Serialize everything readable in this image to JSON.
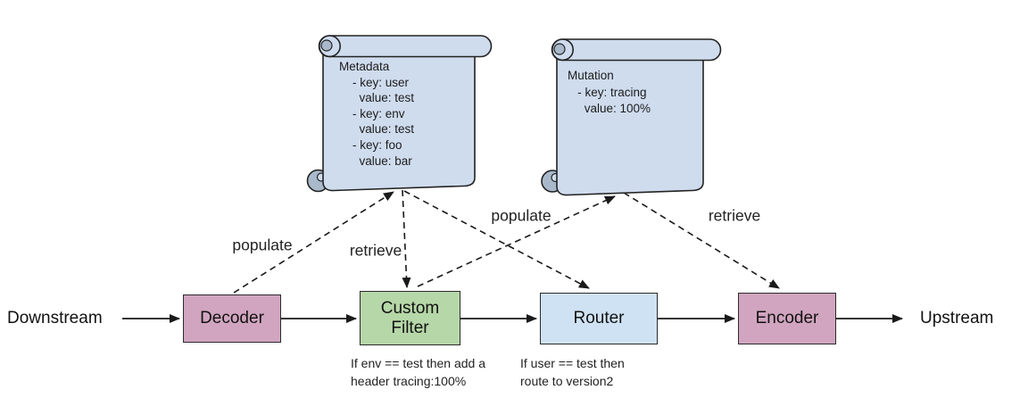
{
  "flow": {
    "left_endpoint": "Downstream",
    "right_endpoint": "Upstream",
    "nodes": [
      {
        "id": "decoder",
        "label": "Decoder",
        "fill": "#d1a5bf"
      },
      {
        "id": "custom-filter",
        "label": "Custom\nFilter",
        "fill": "#b6d7a8",
        "caption": "If env == test then add a\nheader tracing:100%"
      },
      {
        "id": "router",
        "label": "Router",
        "fill": "#cfe2f3",
        "caption": "If user == test then\nroute to version2"
      },
      {
        "id": "encoder",
        "label": "Encoder",
        "fill": "#d1a5bf"
      }
    ]
  },
  "scrolls": [
    {
      "id": "metadata",
      "fill": "#cfdcee",
      "text": "Metadata\n    - key: user\n      value: test\n    - key: env\n      value: test\n    - key: foo\n      value: bar"
    },
    {
      "id": "mutation",
      "fill": "#cfdcee",
      "text": "Mutation\n   - key: tracing\n     value: 100%"
    }
  ],
  "connections": [
    {
      "from": "Decoder",
      "to": "Metadata",
      "label": "populate"
    },
    {
      "from": "Metadata",
      "to": "Custom Filter",
      "label": "retrieve"
    },
    {
      "from": "Metadata",
      "to": "Router",
      "label": ""
    },
    {
      "from": "Custom Filter",
      "to": "Mutation",
      "label": "populate"
    },
    {
      "from": "Mutation",
      "to": "Encoder",
      "label": "retrieve"
    }
  ],
  "colors": {
    "pink_node": "#d1a5bf",
    "green_node": "#b6d7a8",
    "blue_node": "#cfe2f3",
    "scroll_fill": "#cfdcee",
    "scroll_curl": "#a9b9cb",
    "line": "#1a1a1a"
  }
}
